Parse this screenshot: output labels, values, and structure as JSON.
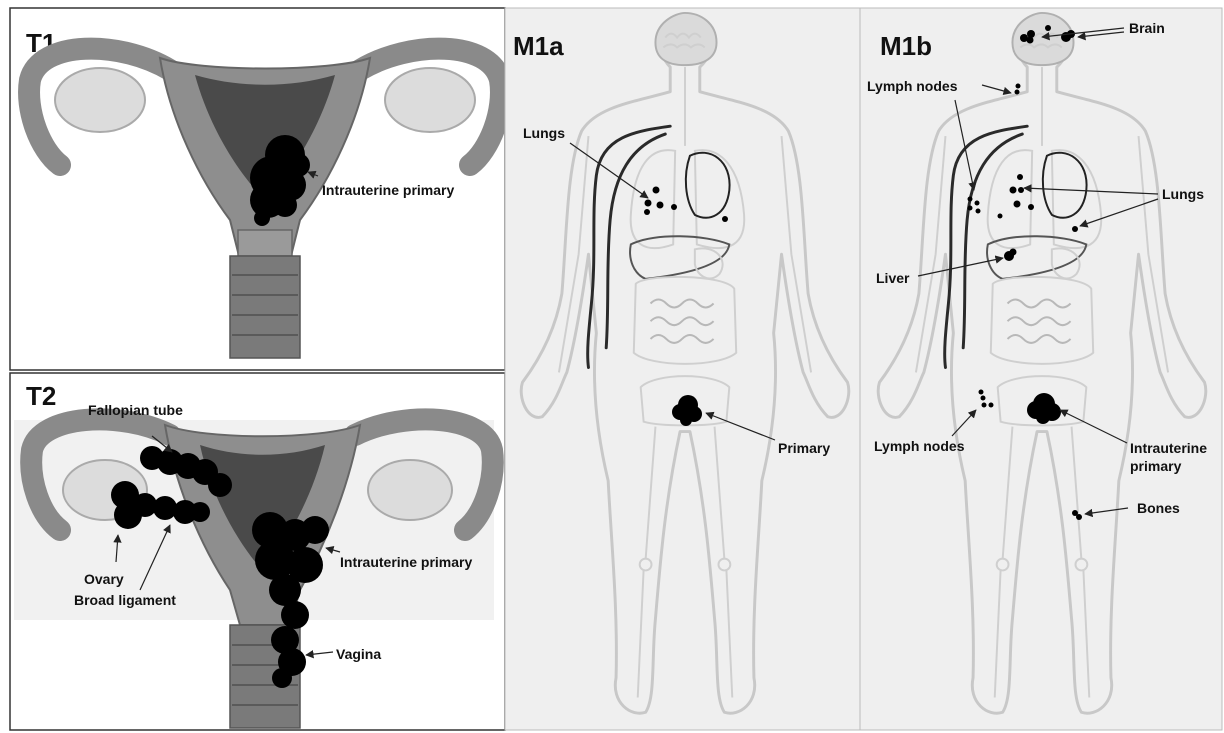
{
  "panels": {
    "t1": {
      "label": "T1",
      "annotations": {
        "intrauterine_primary": "Intrauterine primary"
      }
    },
    "t2": {
      "label": "T2",
      "annotations": {
        "fallopian_tube": "Fallopian tube",
        "intrauterine_primary": "Intrauterine primary",
        "ovary": "Ovary",
        "broad_ligament": "Broad ligament",
        "vagina": "Vagina"
      }
    },
    "m1a": {
      "label": "M1a",
      "annotations": {
        "lungs": "Lungs",
        "primary": "Primary"
      }
    },
    "m1b": {
      "label": "M1b",
      "annotations": {
        "brain": "Brain",
        "lymph_nodes_neck": "Lymph nodes",
        "lungs": "Lungs",
        "liver": "Liver",
        "lymph_nodes_pelvic": "Lymph nodes",
        "intrauterine_primary_line1": "Intrauterine",
        "intrauterine_primary_line2": "primary",
        "bones": "Bones"
      }
    }
  },
  "colors": {
    "background_gray": "#efefef",
    "uterus_muscle": "#8e8e8e",
    "uterus_cavity": "#4a4a4a",
    "tumor": "#000000",
    "body_outline": "#c8c8c8"
  }
}
